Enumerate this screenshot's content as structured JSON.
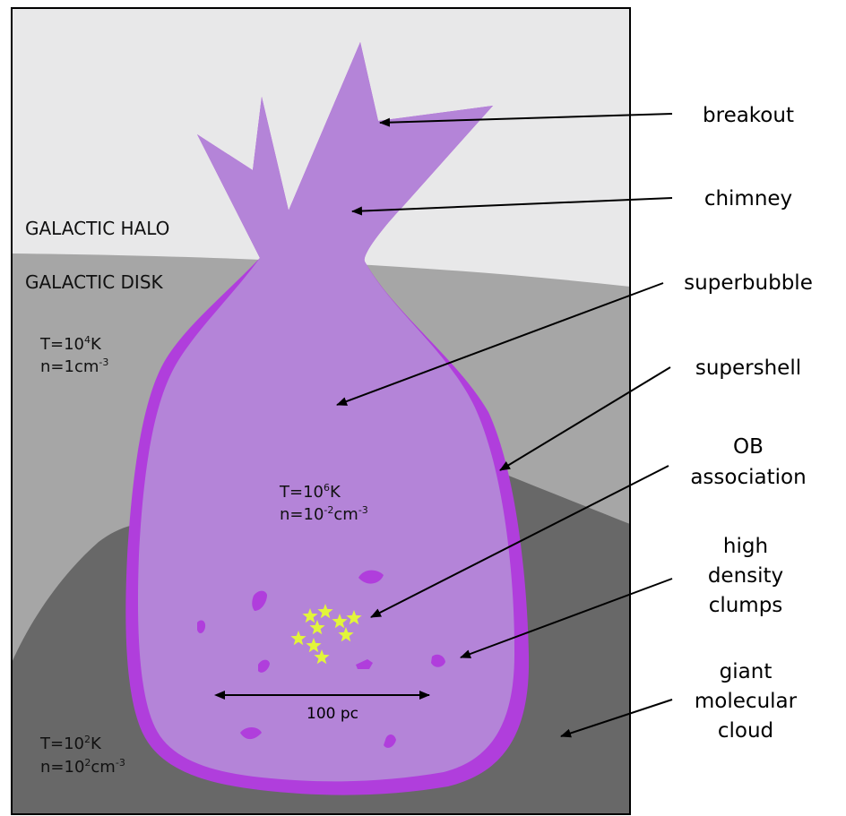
{
  "regions": {
    "halo": "GALACTIC HALO",
    "disk": "GALACTIC DISK"
  },
  "conditions": {
    "disk": {
      "t_prefix": "T=10",
      "t_exp": "4",
      "t_unit": "K",
      "n_prefix": "n=1cm",
      "n_exp": "-3"
    },
    "bubble": {
      "t_prefix": "T=10",
      "t_exp": "6",
      "t_unit": "K",
      "n_prefix": "n=10",
      "n_exp1": "-2",
      "n_mid": "cm",
      "n_exp2": "-3"
    },
    "cloud": {
      "t_prefix": "T=10",
      "t_exp": "2",
      "t_unit": "K",
      "n_prefix": "n=10",
      "n_exp1": "2",
      "n_mid": "cm",
      "n_exp2": "-3"
    }
  },
  "labels": {
    "breakout": "breakout",
    "chimney": "chimney",
    "superbubble": "superbubble",
    "supershell": "supershell",
    "ob_line1": "OB",
    "ob_line2": "association",
    "clumps_line1": "high",
    "clumps_line2": "density",
    "clumps_line3": "clumps",
    "gmc_line1": "giant",
    "gmc_line2": "molecular",
    "gmc_line3": "cloud"
  },
  "scale_bar": "100 pc",
  "colors": {
    "halo": "#e8e8e9",
    "disk": "#a6a6a6",
    "cloud": "#686868",
    "bubble_fill": "#b484d8",
    "shell": "#b03edc",
    "stars": "#e2f53a"
  }
}
